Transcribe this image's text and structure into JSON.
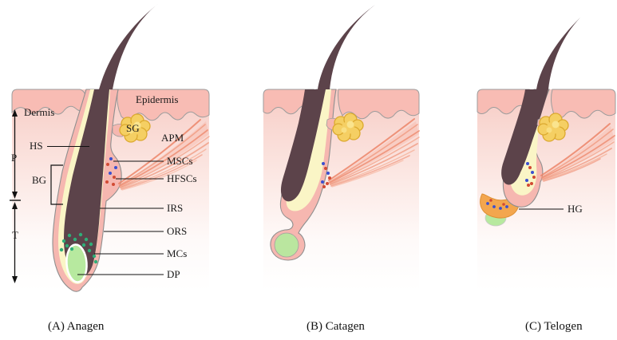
{
  "panel_a": {
    "caption": "(A)  Anagen",
    "labels": {
      "epidermis": "Epidermis",
      "dermis": "Dermis",
      "sebaceous_gland": "SG",
      "arrector_pili_muscle": "APM",
      "hair_shaft": "HS",
      "melanocyte_stem_cells": "MSCs",
      "hair_follicle_stem_cells": "HFSCs",
      "bulge": "BG",
      "inner_root_sheath": "IRS",
      "outer_root_sheath": "ORS",
      "melanocytes": "MCs",
      "dermal_papilla": "DP",
      "permanent_region": "P",
      "temporary_region": "T"
    }
  },
  "panel_b": {
    "caption": "(B) Catagen"
  },
  "panel_c": {
    "caption": "(C) Telogen",
    "labels": {
      "hair_germ": "HG"
    }
  },
  "colors": {
    "hair": "#5c434a",
    "outer_root_sheath_pink": "#f6b7b0",
    "inner_root_sheath_cream": "#faf5c6",
    "epidermis_pink": "#f8bcb4",
    "dermis_pink": "#f8d2cb",
    "dermal_papilla_green": "#b7e99f",
    "melanocyte_green": "#2fae78",
    "msc_blue": "#3a4fd0",
    "hfsc_red": "#d24a33",
    "sebaceous_gland_yellow": "#f5cf63",
    "sebaceous_gland_outline": "#dca92f",
    "apm_salmon": "#ec8568",
    "hair_germ_orange": "#f3a64e",
    "outline_gray": "#8f8f8f",
    "text": "#1a1a1a"
  }
}
